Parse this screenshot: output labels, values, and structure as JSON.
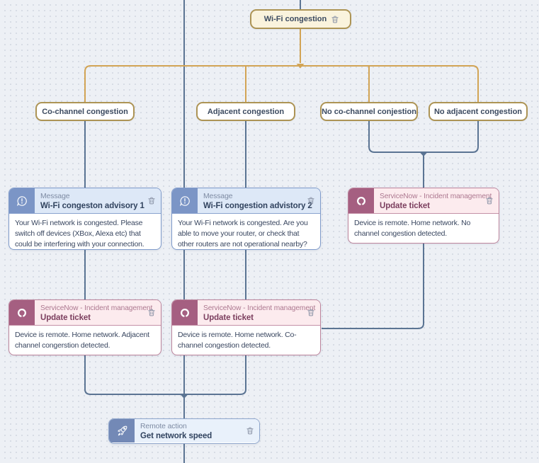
{
  "colors": {
    "background": "#edf0f5",
    "grid_dot": "#d3d8e2",
    "connector_gold": "#d2a455",
    "connector_blue": "#5b7493",
    "gold_node_bg": "#faf3dd",
    "gold_node_border": "#ad9455",
    "message_accent": "#7b95c6",
    "message_header_bg": "#dde8f7",
    "message_border": "#7e9aca",
    "servicenow_accent": "#a55f81",
    "servicenow_header_bg": "#fcebee",
    "servicenow_border": "#bc849c",
    "remote_accent": "#7389b6",
    "remote_header_bg": "#e9f1fb",
    "remote_border": "#90a7cd",
    "node_text": "#3b4a60",
    "trash_icon": "#8a93a6"
  },
  "root_node": {
    "label": "Wi-Fi congestion"
  },
  "condition_nodes": [
    {
      "label": "Co-channel congestion"
    },
    {
      "label": "Adjacent congestion"
    },
    {
      "label": "No co-channel conjestion"
    },
    {
      "label": "No adjacent congestion"
    }
  ],
  "cards": [
    {
      "type_label": "Message",
      "title": "Wi-Fi congeston advisory 1",
      "body": "Your Wi-Fi network is congested. Please switch off devices (XBox, Alexa etc) that could be interfering with your connection.",
      "icon": "message-bubble-icon"
    },
    {
      "type_label": "Message",
      "title": "Wi-Fi congestion advistory 2",
      "body": "Your Wi-Fi network is congested. Are you able to move your router, or check that other routers are not operational nearby?",
      "icon": "message-bubble-icon"
    },
    {
      "type_label": "ServiceNow - Incident management",
      "title": "Update ticket",
      "body": "Device is remote. Home network. No channel congestion detected.",
      "icon": "servicenow-ring-icon"
    },
    {
      "type_label": "ServiceNow - Incident management",
      "title": "Update ticket",
      "body": "Device is remote. Home network. Adjacent channel congerstion detected.",
      "icon": "servicenow-ring-icon"
    },
    {
      "type_label": "ServiceNow - Incident management",
      "title": "Update ticket",
      "body": "Device is remote. Home network. Co-channel congestion detected.",
      "icon": "servicenow-ring-icon"
    },
    {
      "type_label": "Remote action",
      "title": "Get network speed",
      "body": "",
      "icon": "rocket-icon"
    }
  ]
}
